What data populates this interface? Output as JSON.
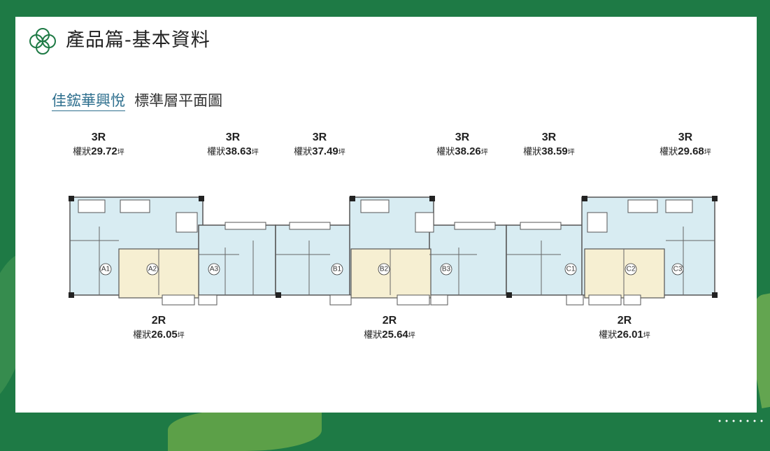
{
  "header": {
    "title": "產品篇-基本資料"
  },
  "subtitle": {
    "project": "佳鋐華興悅",
    "text": "標準層平面圖"
  },
  "area_prefix": "權狀",
  "area_unit": "坪",
  "units_top": [
    {
      "type": "3R",
      "area": "29.72"
    },
    {
      "type": "3R",
      "area": "38.63"
    },
    {
      "type": "3R",
      "area": "37.49"
    },
    {
      "type": "3R",
      "area": "38.26"
    },
    {
      "type": "3R",
      "area": "38.59"
    },
    {
      "type": "3R",
      "area": "29.68"
    }
  ],
  "units_bottom": [
    {
      "type": "2R",
      "area": "26.05"
    },
    {
      "type": "2R",
      "area": "25.64"
    },
    {
      "type": "2R",
      "area": "26.01"
    }
  ],
  "rooms": [
    "A1",
    "A2",
    "A3",
    "B1",
    "B2",
    "B3",
    "C1",
    "C2",
    "C3"
  ],
  "colors": {
    "background_green": "#1e7a45",
    "room_blue": "#d8ecf2",
    "room_cream": "#f6efd2",
    "title_blue": "#2e6f8e"
  }
}
